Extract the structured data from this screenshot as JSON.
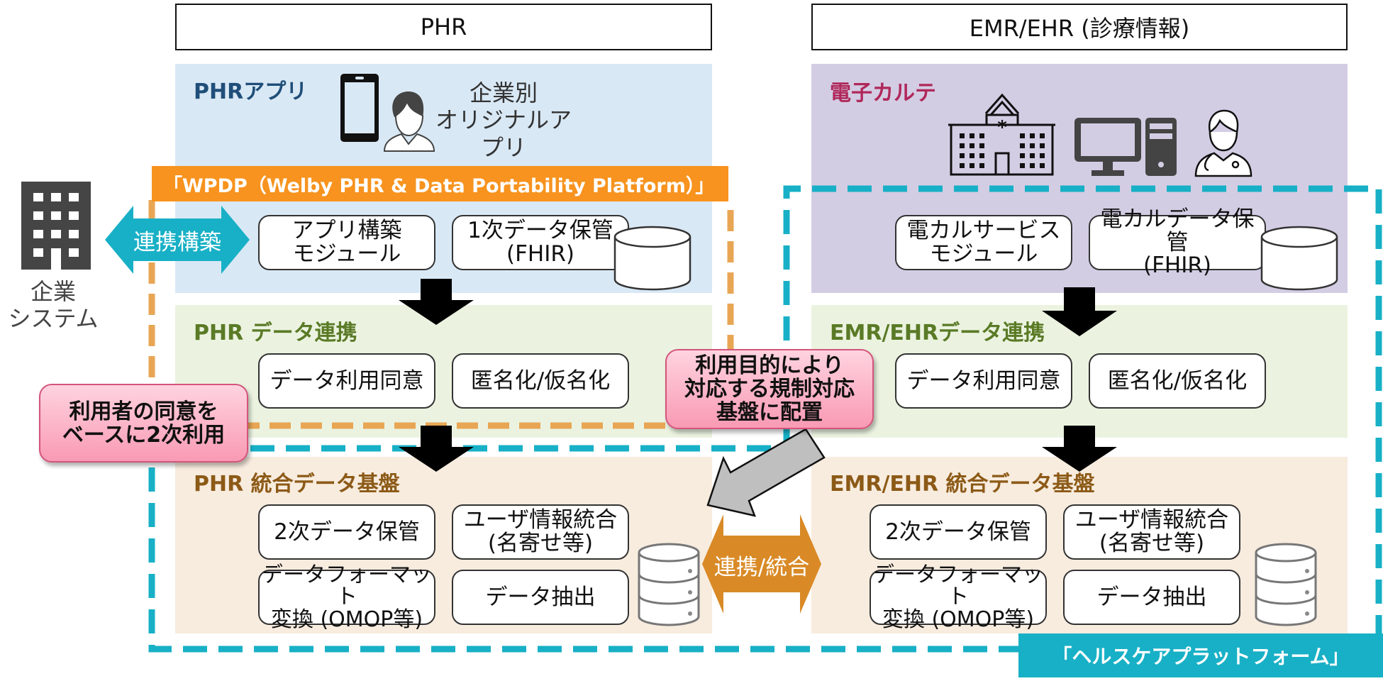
{
  "columns": {
    "phr_header": "PHR",
    "emr_header": "EMR/EHR (診療情報)"
  },
  "phr": {
    "app_panel": {
      "title": "PHRアプリ",
      "caption": "企業別\nオリジナルアプリ",
      "modules": [
        "アプリ構築\nモジュール",
        "1次データ保管\n(FHIR)"
      ]
    },
    "data_link_panel": {
      "title": "PHR データ連携",
      "modules": [
        "データ利用同意",
        "匿名化/仮名化"
      ]
    },
    "integrated_panel": {
      "title": "PHR 統合データ基盤",
      "modules": [
        "2次データ保管",
        "ユーザ情報統合\n(名寄せ等)",
        "データフォーマット\n変換 (OMOP等)",
        "データ抽出"
      ]
    }
  },
  "emr": {
    "chart_panel": {
      "title": "電子カルテ",
      "modules": [
        "電カルサービス\nモジュール",
        "電カルデータ保管\n(FHIR)"
      ]
    },
    "data_link_panel": {
      "title": "EMR/EHRデータ連携",
      "modules": [
        "データ利用同意",
        "匿名化/仮名化"
      ]
    },
    "integrated_panel": {
      "title": "EMR/EHR 統合データ基盤",
      "modules": [
        "2次データ保管",
        "ユーザ情報統合\n(名寄せ等)",
        "データフォーマット\n変換 (OMOP等)",
        "データ抽出"
      ]
    }
  },
  "enterprise": {
    "label": "企業\nシステム",
    "link_arrow_label": "連携構築"
  },
  "platforms": {
    "wpdp_label": "「WPDP（Welby PHR & Data Portability Platform）」",
    "healthcare_label": "「ヘルスケアプラットフォーム」"
  },
  "callouts": {
    "consent": "利用者の同意を\nベースに2次利用",
    "regulation": "利用目的により\n対応する規制対応\n基盤に配置"
  },
  "integration_arrow_label": "連携/統合",
  "colors": {
    "wpdp_orange": "#f7931e",
    "healthcare_teal": "#18b0c6",
    "link_arrow_orange": "#d98a26",
    "callout_pink": "#f99ab4"
  }
}
